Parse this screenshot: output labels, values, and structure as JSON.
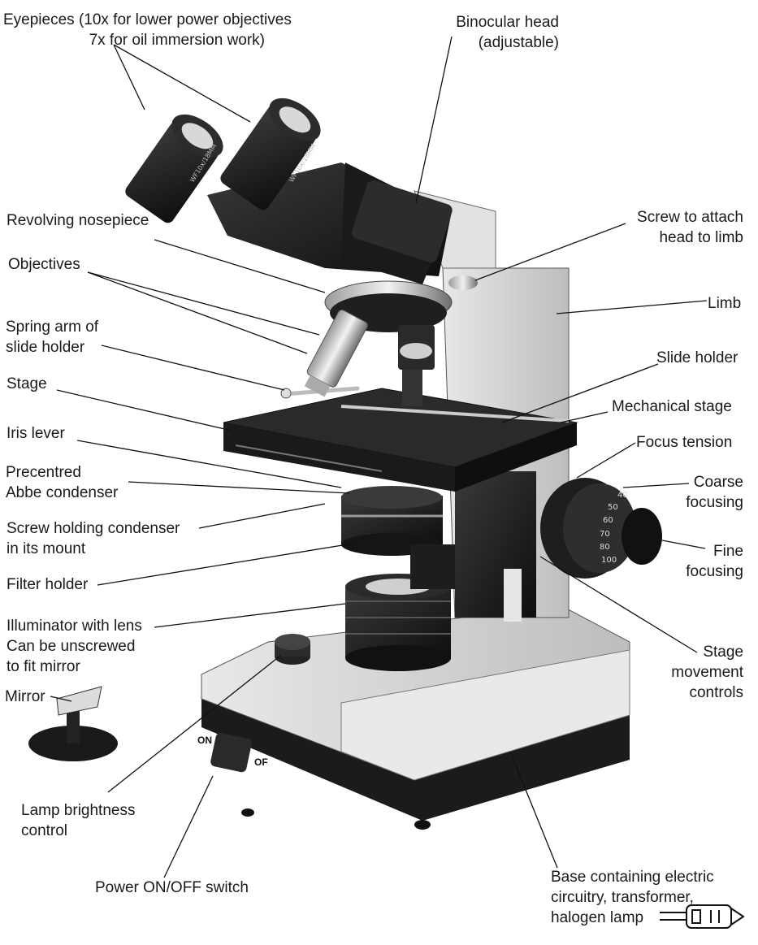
{
  "labels": {
    "eyepieces": "Eyepieces (10x for lower power objectives\n                    7x for oil immersion work)",
    "binocular_head": "Binocular head\n(adjustable)",
    "revolving_nosepiece": "Revolving nosepiece",
    "screw_attach_head": "Screw to attach\nhead to limb",
    "objectives": "Objectives",
    "limb": "Limb",
    "spring_arm": "Spring arm of\nslide holder",
    "slide_holder": "Slide holder",
    "stage": "Stage",
    "mechanical_stage": "Mechanical stage",
    "iris_lever": "Iris lever",
    "focus_tension": "Focus tension",
    "abbe_condenser": "Precentred\nAbbe condenser",
    "coarse_focusing": "Coarse\nfocusing",
    "screw_condenser": "Screw holding condenser\nin its mount",
    "fine_focusing": "Fine\nfocusing",
    "filter_holder": "Filter holder",
    "illuminator": "Illuminator with lens\nCan be unscrewed\nto fit mirror",
    "stage_movement": "Stage\nmovement\ncontrols",
    "mirror": "Mirror",
    "lamp_brightness": "Lamp brightness\ncontrol",
    "power_switch": "Power ON/OFF switch",
    "base": "Base containing electric\ncircuitry, transformer,\nhalogen lamp"
  },
  "device_markings": {
    "eyepiece_left": "WF10x/18MM",
    "eyepiece_right": "WF10x/18MM",
    "switch_on": "ON",
    "switch_off": "OF",
    "dial_ticks": [
      "40",
      "50",
      "60",
      "70",
      "80",
      "100"
    ]
  }
}
